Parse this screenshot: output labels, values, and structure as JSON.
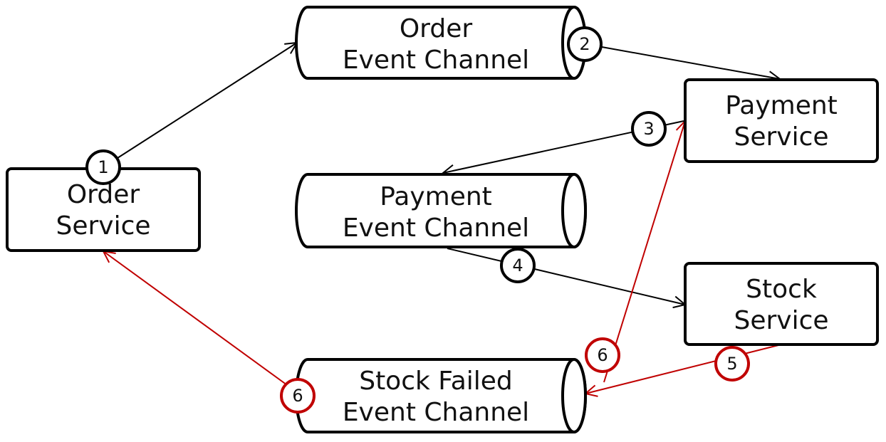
{
  "colors": {
    "normal": "#000000",
    "failure": "#c00000"
  },
  "nodes": {
    "order_service": {
      "line1": "Order",
      "line2": "Service"
    },
    "payment_service": {
      "line1": "Payment",
      "line2": "Service"
    },
    "stock_service": {
      "line1": "Stock",
      "line2": "Service"
    },
    "order_channel": {
      "line1": "Order",
      "line2": "Event Channel"
    },
    "payment_channel": {
      "line1": "Payment",
      "line2": "Event Channel"
    },
    "stock_failed_channel": {
      "line1": "Stock Failed",
      "line2": "Event Channel"
    }
  },
  "steps": {
    "s1": "1",
    "s2": "2",
    "s3": "3",
    "s4": "4",
    "s5": "5",
    "s6a": "6",
    "s6b": "6"
  }
}
